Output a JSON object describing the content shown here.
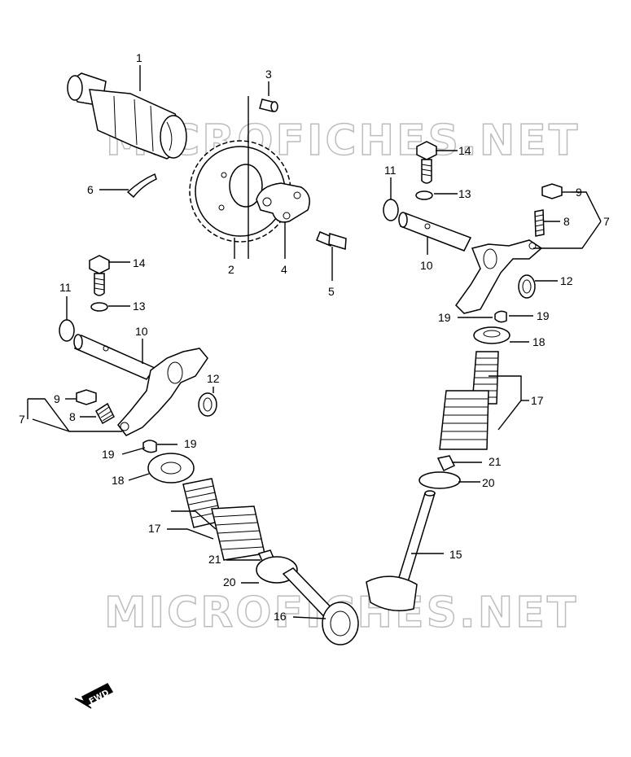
{
  "watermark": "MICROFICHES.NET",
  "direction_marker": "FWD",
  "callouts": {
    "c1": "1",
    "c2": "2",
    "c3": "3",
    "c4": "4",
    "c5": "5",
    "c6": "6",
    "c7a": "7",
    "c7b": "7",
    "c8a": "8",
    "c8b": "8",
    "c9a": "9",
    "c9b": "9",
    "c10a": "10",
    "c10b": "10",
    "c11a": "11",
    "c11b": "11",
    "c12a": "12",
    "c12b": "12",
    "c13a": "13",
    "c13b": "13",
    "c14a": "14",
    "c14b": "14",
    "c15": "15",
    "c16": "16",
    "c17a": "17",
    "c17b": "17",
    "c18a": "18",
    "c18b": "18",
    "c19a": "19",
    "c19b": "19",
    "c19c": "19",
    "c19d": "19",
    "c20a": "20",
    "c20b": "20",
    "c21a": "21",
    "c21b": "21"
  }
}
